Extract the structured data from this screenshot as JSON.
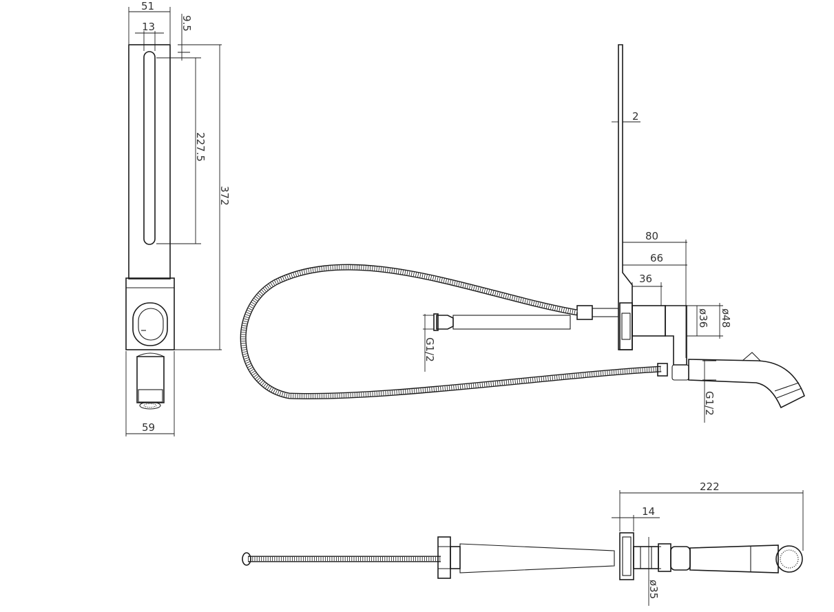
{
  "views": {
    "front": {
      "width_top": "51",
      "slot_width": "13",
      "wall_thickness": "9.5",
      "slot_length": "227.5",
      "total_height": "372",
      "base_width": "59"
    },
    "side": {
      "plate_thickness": "2",
      "projection_total": "80",
      "projection_mid": "66",
      "projection_short": "36",
      "diameter_inner": "ø36",
      "diameter_outer": "ø48",
      "thread_inlet": "G1/2",
      "thread_outlet": "G1/2"
    },
    "top": {
      "total_length": "222",
      "flange_offset": "14",
      "hose_diameter": "ø35"
    }
  }
}
